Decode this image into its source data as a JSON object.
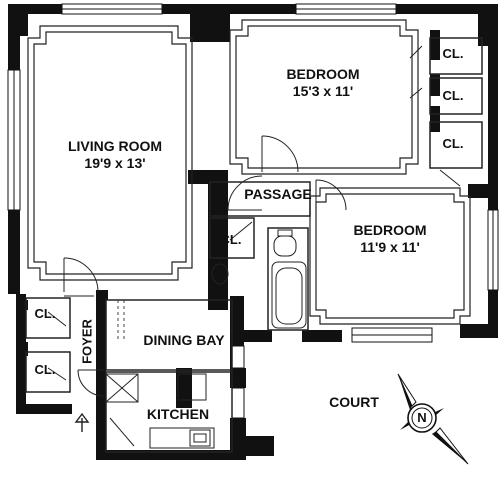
{
  "rooms": {
    "living": {
      "name": "LIVING ROOM",
      "dims": "19'9 x 13'"
    },
    "bedroom1": {
      "name": "BEDROOM",
      "dims": "15'3 x 11'"
    },
    "bedroom2": {
      "name": "BEDROOM",
      "dims": "11'9 x 11'"
    },
    "passage": {
      "name": "PASSAGE"
    },
    "dining": {
      "name": "DINING BAY"
    },
    "kitchen": {
      "name": "KITCHEN"
    },
    "foyer": {
      "name": "FOYER"
    }
  },
  "closets": [
    "CL.",
    "CL.",
    "CL.",
    "CL.",
    "CL.",
    "CL."
  ],
  "court": "COURT",
  "compass": {
    "letter": "N"
  },
  "colors": {
    "wall": "#111111",
    "line": "#222222",
    "background": "#ffffff"
  }
}
